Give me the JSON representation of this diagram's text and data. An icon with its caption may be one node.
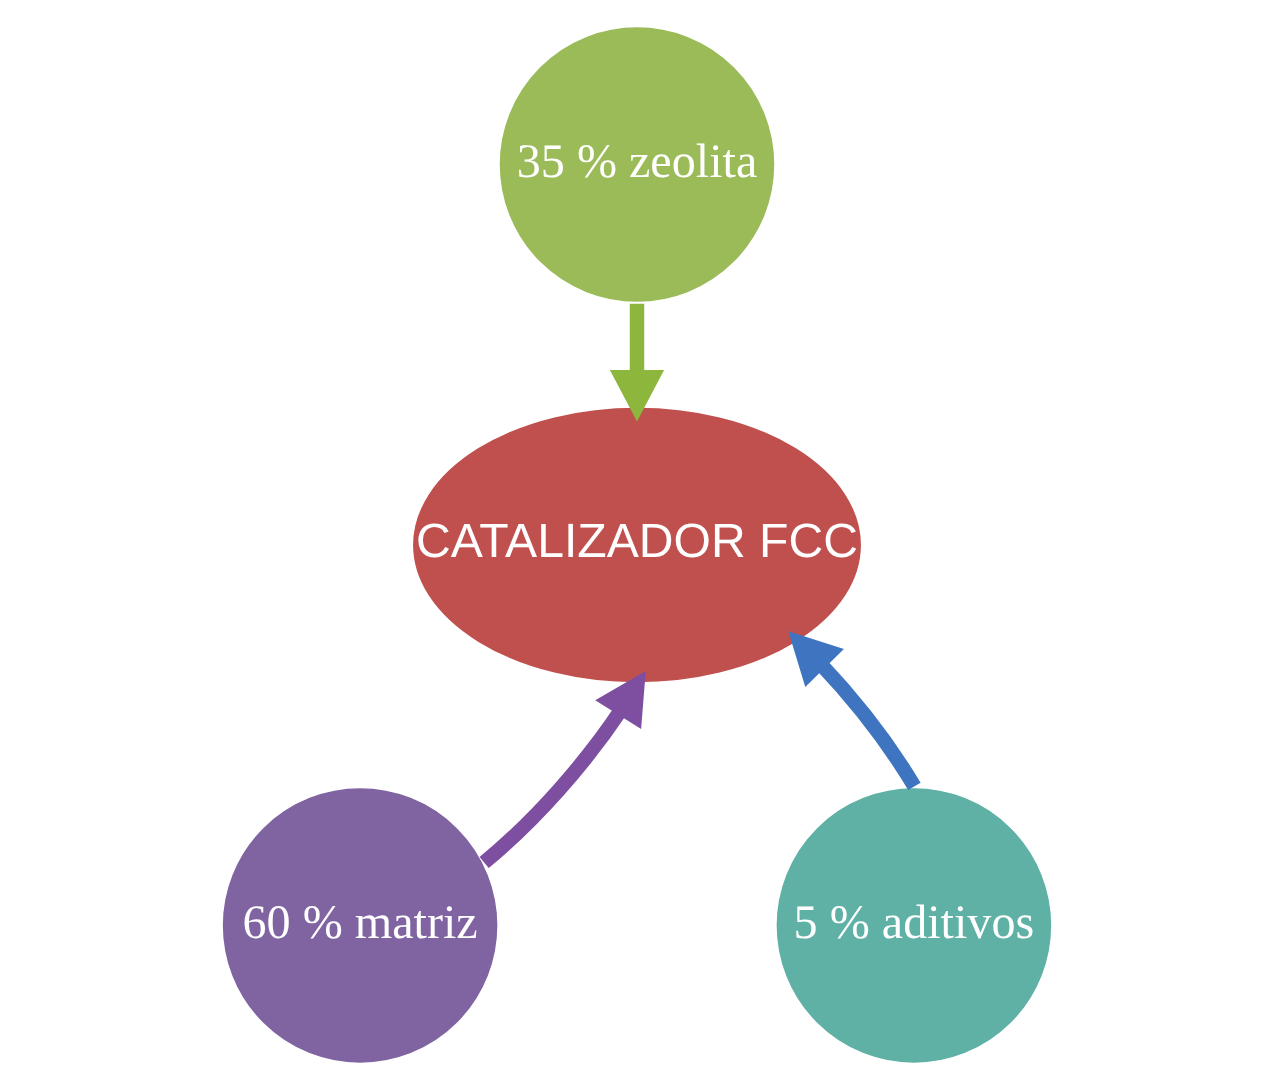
{
  "diagram": {
    "nodes": [
      {
        "text": [
          "CATALIZADOR FCC"
        ]
      },
      {
        "text": [
          "35 % zeolita"
        ]
      },
      {
        "text": [
          "60 % matriz"
        ]
      },
      {
        "text": [
          "5 % aditivos"
        ]
      }
    ],
    "edges": [
      {
        "from": 1,
        "to": 0,
        "arrow": "to",
        "color": "#8db63c"
      },
      {
        "from": 2,
        "to": 0,
        "arrow": "to",
        "color": "#7e4fa0"
      },
      {
        "from": 3,
        "to": 0,
        "arrow": "to",
        "color": "#3f75c0"
      }
    ]
  }
}
